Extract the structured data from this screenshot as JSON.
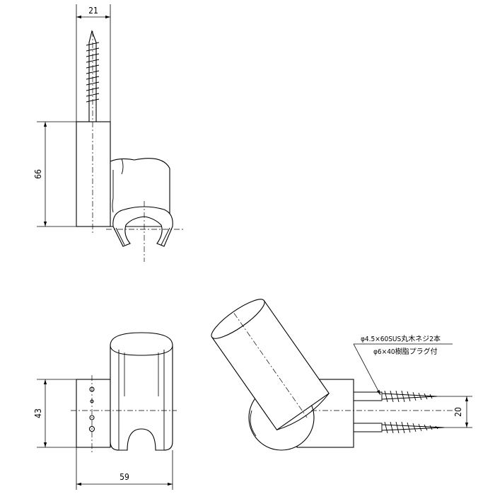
{
  "drawing": {
    "dimensions": {
      "screw_width": "21",
      "bracket_height": "66",
      "base_height": "43",
      "overall_width": "59",
      "screw_spacing": "20"
    },
    "notes": {
      "screw_spec": "φ4.5×60SUS丸木ネジ2本",
      "plug_spec": "φ6×40樹脂プラグ付"
    }
  }
}
